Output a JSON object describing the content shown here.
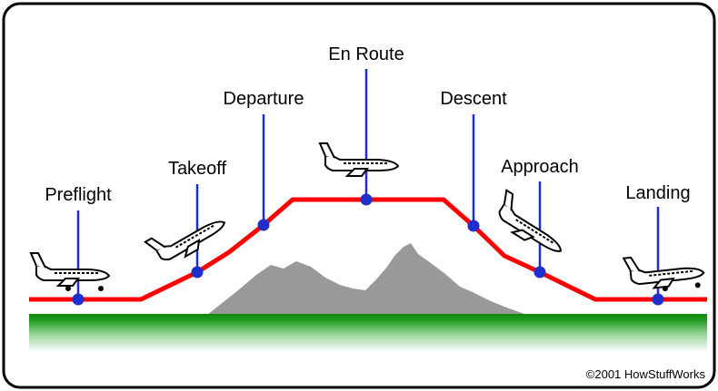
{
  "phases": [
    {
      "id": "preflight",
      "label": "Preflight"
    },
    {
      "id": "takeoff",
      "label": "Takeoff"
    },
    {
      "id": "departure",
      "label": "Departure"
    },
    {
      "id": "en-route",
      "label": "En Route"
    },
    {
      "id": "descent",
      "label": "Descent"
    },
    {
      "id": "approach",
      "label": "Approach"
    },
    {
      "id": "landing",
      "label": "Landing"
    }
  ],
  "copyright": "©2001 HowStuffWorks",
  "colors": {
    "frame": "#000000",
    "flight_path": "#ff0000",
    "marker": "#1f2fcc",
    "ground_top": "#118811",
    "ground_bottom": "#ffffff",
    "mountains": "#999999",
    "plane_body": "#ffffff",
    "plane_outline": "#000000"
  }
}
